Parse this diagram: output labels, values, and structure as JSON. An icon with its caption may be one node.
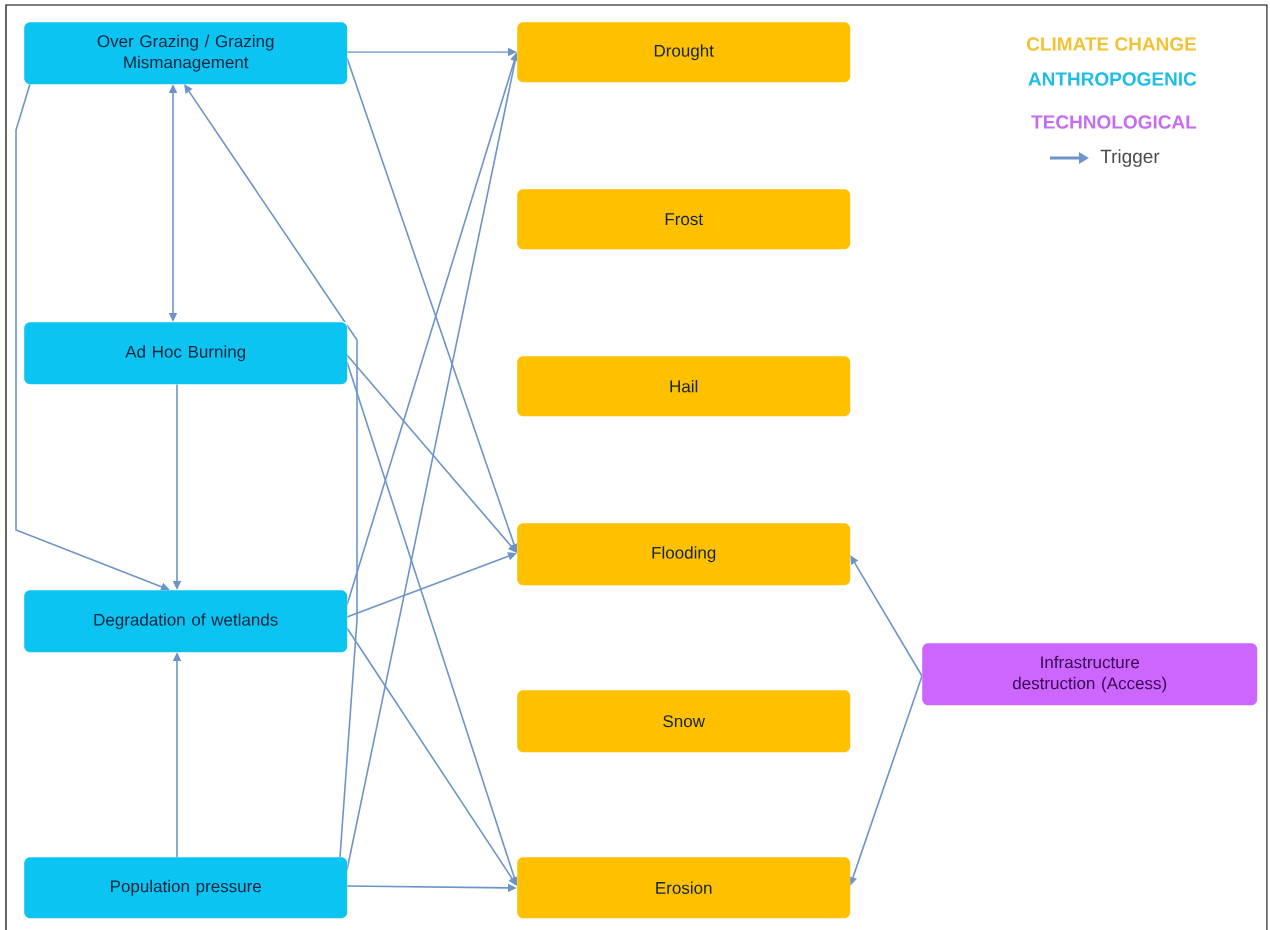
{
  "diagram": {
    "nodes": [
      {
        "text": [
          "Over Grazing / Grazing Mismanagement"
        ]
      },
      {
        "text": [
          "Ad Hoc Burning"
        ]
      },
      {
        "text": [
          "Degradation of wetlands"
        ]
      },
      {
        "text": [
          "Population pressure"
        ]
      },
      {
        "text": [
          "Drought"
        ]
      },
      {
        "text": [
          "Frost"
        ]
      },
      {
        "text": [
          "Hail"
        ]
      },
      {
        "text": [
          "Flooding"
        ]
      },
      {
        "text": [
          "Snow"
        ]
      },
      {
        "text": [
          "Erosion"
        ]
      },
      {
        "text": [
          "Infrastructure destruction (Access)"
        ]
      }
    ],
    "edges": [
      {
        "from": 0,
        "to": 4,
        "arrow": "to"
      },
      {
        "from": 0,
        "to": 7,
        "arrow": "to"
      },
      {
        "from": 0,
        "to": 2,
        "arrow": "to"
      },
      {
        "from": 0,
        "to": 1,
        "arrow": "both"
      },
      {
        "from": 3,
        "to": 0,
        "arrow": "to"
      },
      {
        "from": 1,
        "to": 2,
        "arrow": "to"
      },
      {
        "from": 1,
        "to": 7,
        "arrow": "to"
      },
      {
        "from": 1,
        "to": 9,
        "arrow": "to"
      },
      {
        "from": 2,
        "to": 4,
        "arrow": "to"
      },
      {
        "from": 2,
        "to": 7,
        "arrow": "to"
      },
      {
        "from": 2,
        "to": 9,
        "arrow": "to"
      },
      {
        "from": 3,
        "to": 2,
        "arrow": "to"
      },
      {
        "from": 3,
        "to": 4,
        "arrow": "to"
      },
      {
        "from": 3,
        "to": 9,
        "arrow": "to"
      },
      {
        "from": 10,
        "to": 7,
        "arrow": "to"
      },
      {
        "from": 10,
        "to": 9,
        "arrow": "to"
      }
    ],
    "legend": [
      {
        "text": "CLIMATE CHANGE",
        "color": "#f2c232"
      },
      {
        "text": "ANTHROPOGENIC",
        "color": "#1cbde6"
      },
      {
        "text": "TECHNOLOGICAL",
        "color": "#c46cf2"
      },
      {
        "text": "Trigger"
      }
    ]
  }
}
